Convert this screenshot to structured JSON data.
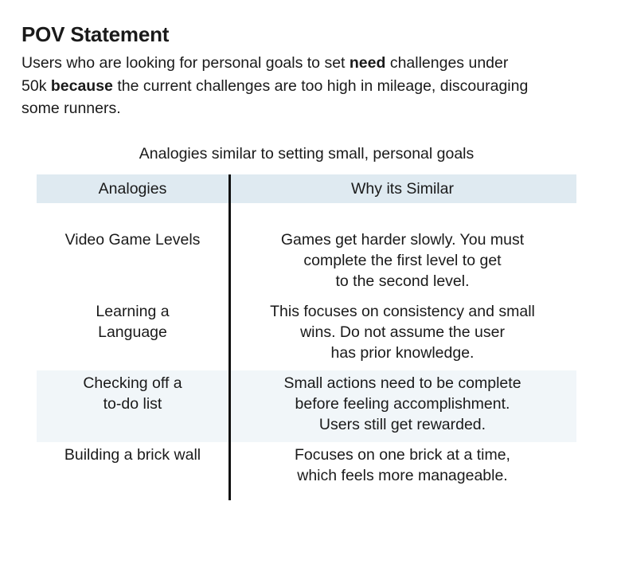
{
  "pov": {
    "title": "POV Statement",
    "paragraph_lines": [
      [
        {
          "t": "Users who are looking for personal goals to set "
        },
        {
          "t": "need",
          "b": true
        },
        {
          "t": " challenges under"
        }
      ],
      [
        {
          "t": "50k "
        },
        {
          "t": "because",
          "b": true
        },
        {
          "t": " the current challenges are too high in mileage, discouraging"
        }
      ],
      [
        {
          "t": "some runners."
        }
      ]
    ]
  },
  "table": {
    "caption": "Analogies similar to setting small, personal goals",
    "headers": [
      "Analogies",
      "Why its Similar"
    ],
    "rows": [
      {
        "analogy": [
          "Video Game Levels"
        ],
        "why": [
          "Games get harder slowly. You must",
          "complete the first level to get",
          "to the second level."
        ],
        "shaded": false
      },
      {
        "analogy": [
          "Learning a",
          "Language"
        ],
        "why": [
          "This focuses on consistency and small",
          "wins. Do not assume the user",
          "has prior knowledge."
        ],
        "shaded": false
      },
      {
        "analogy": [
          "Checking off a",
          "to-do list"
        ],
        "why": [
          "Small actions need to be complete",
          "before feeling accomplishment.",
          "Users still get rewarded."
        ],
        "shaded": true
      },
      {
        "analogy": [
          "Building a brick wall"
        ],
        "why": [
          "Focuses on one brick at a time,",
          "which feels more manageable."
        ],
        "shaded": false
      }
    ]
  },
  "colors": {
    "header_row_bg": "#dfeaf1",
    "shaded_row_bg": "#f1f6f9",
    "divider": "#111111",
    "text": "#1a1a1a"
  }
}
